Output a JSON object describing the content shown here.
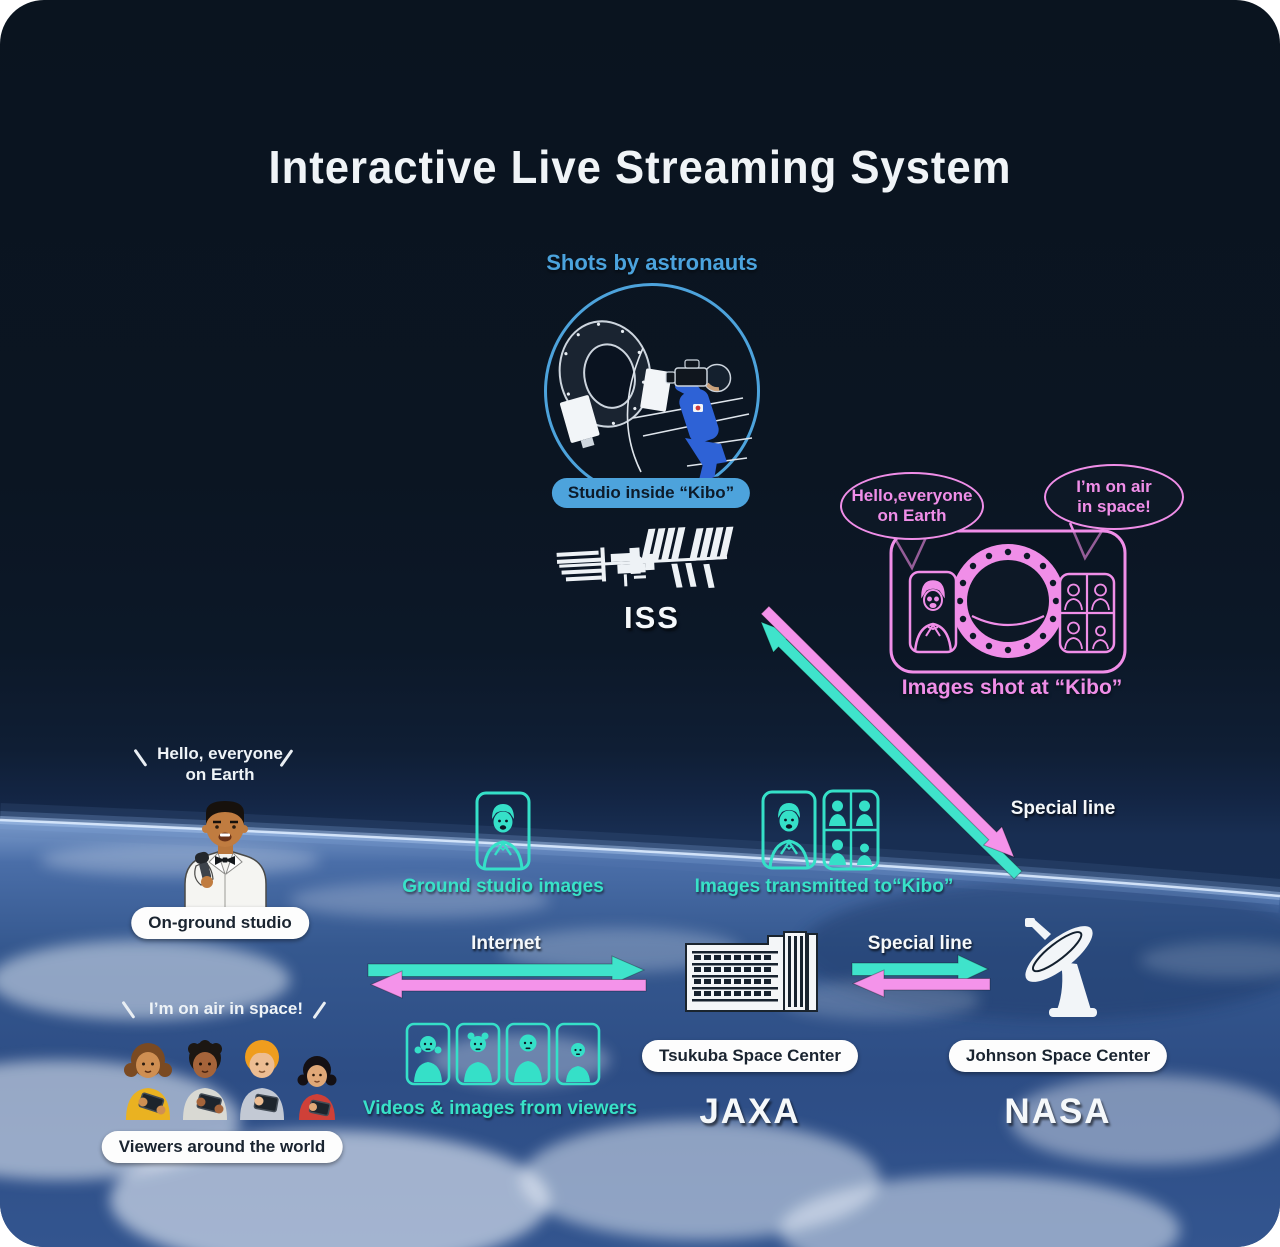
{
  "title": "Interactive Live Streaming System",
  "space": {
    "shots_caption": "Shots by astronauts",
    "studio_pill": "Studio inside “Kibo”",
    "iss_label": "ISS"
  },
  "kibo": {
    "bubble_earth": {
      "line1": "Hello,everyone",
      "line2": "on Earth"
    },
    "bubble_space": {
      "line1": "I’m on air",
      "line2": "in space!"
    },
    "caption": "Images shot at “Kibo”"
  },
  "flows": {
    "special_line_diagonal": "Special line",
    "internet": "Internet",
    "special_line_ground": "Special line"
  },
  "studio": {
    "speech_line1": "Hello, everyone",
    "speech_line2": "on Earth",
    "pill": "On-ground studio",
    "images_caption": "Ground studio images",
    "transmit_caption": "Images transmitted to“Kibo”"
  },
  "centers": {
    "jaxa_pill": "Tsukuba Space Center",
    "jaxa_org": "JAXA",
    "nasa_pill": "Johnson Space Center",
    "nasa_org": "NASA"
  },
  "viewers": {
    "speech": "I’m on air in space!",
    "pill": "Viewers around the world",
    "caption": "Videos & images from viewers"
  },
  "colors": {
    "accent_blue": "#4da3dc",
    "accent_teal": "#38e2c8",
    "accent_pink": "#f08ee8",
    "space_bg": "#0b1522",
    "earth_blue": "#35588f"
  }
}
